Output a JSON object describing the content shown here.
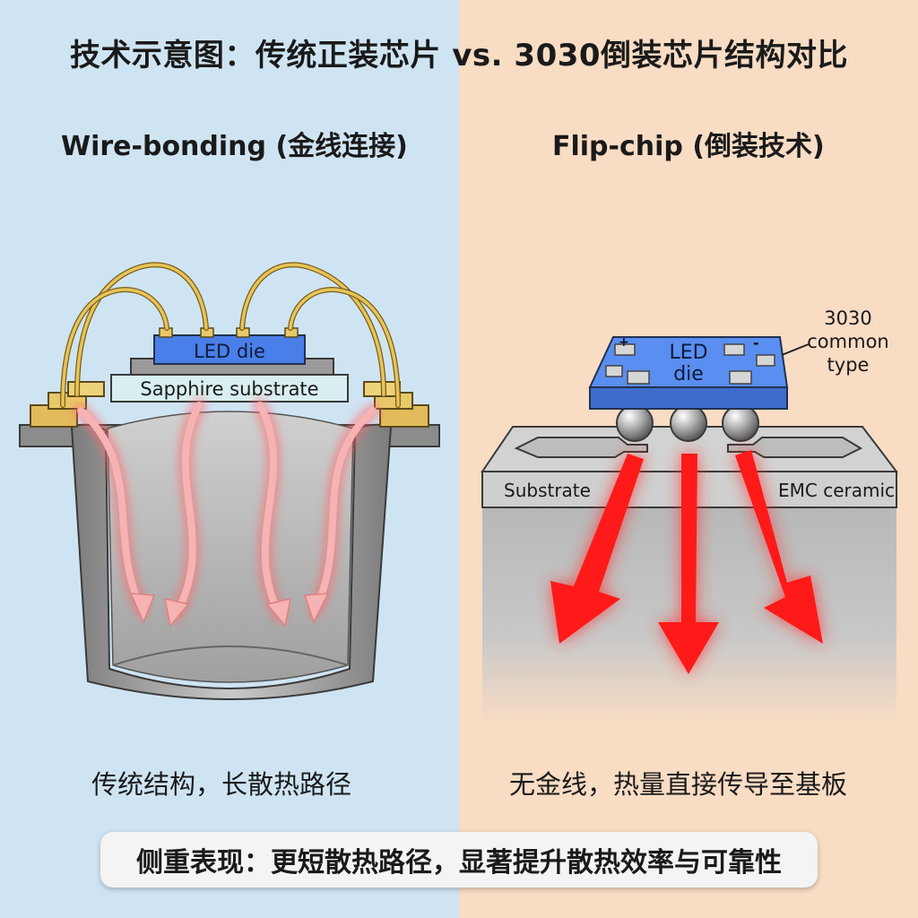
{
  "title": "技术示意图：传统正装芯片 vs. 3030倒装芯片结构对比",
  "left": {
    "heading": "Wire-bonding (金线连接)",
    "die_label": "LED die",
    "substrate_label": "Sapphire substrate",
    "caption": "传统结构，长散热路径"
  },
  "right": {
    "heading": "Flip-chip (倒装技术)",
    "die_label_line1": "LED",
    "die_label_line2": "die",
    "plus_sign": "+",
    "minus_sign": "-",
    "callout_line1": "3030",
    "callout_line2": "common",
    "callout_line3": "type",
    "substrate_label": "Substrate",
    "ceramic_label": "EMC ceramic",
    "caption": "无金线，热量直接传导至基板"
  },
  "footer": "侧重表现：更短散热路径，显著提升散热效率与可靠性",
  "colors": {
    "left_bg": "#cfe4f3",
    "right_bg": "#f8dcc4",
    "led_die": "#4a7ee8",
    "gold_wire": "#d9b54a",
    "heat_arrow_soft": "#f6a8a8",
    "heat_arrow_strong": "#ff1a1a"
  }
}
